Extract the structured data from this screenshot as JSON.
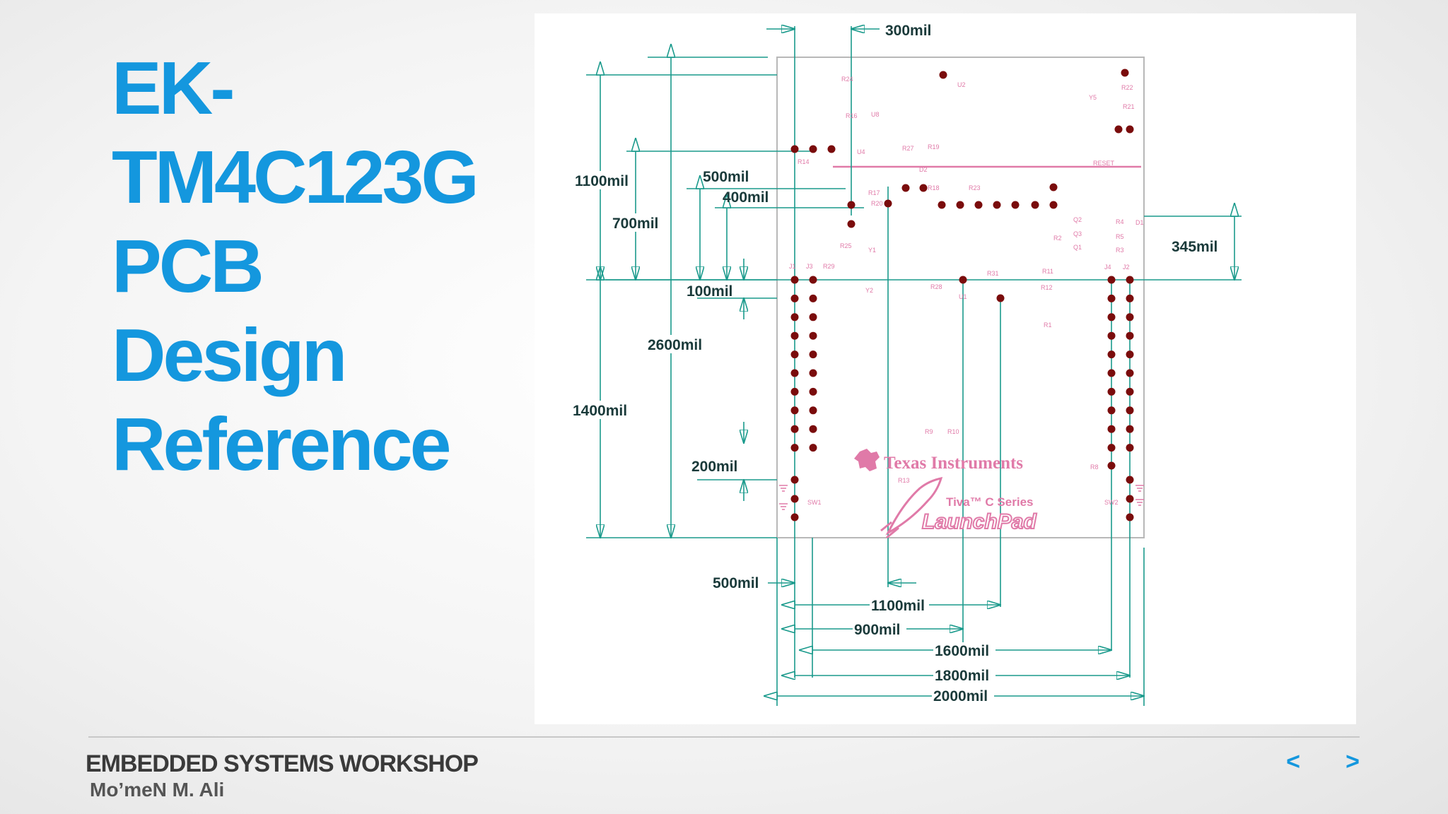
{
  "title_lines": [
    "EK-",
    "TM4C123G",
    "PCB",
    "Design",
    "Reference"
  ],
  "footer": {
    "workshop": "EMBEDDED SYSTEMS WORKSHOP",
    "author": "Mo’meN M. Ali"
  },
  "nav": {
    "prev": "<",
    "next": ">"
  },
  "colors": {
    "title": "#1497de",
    "dimension": "#1a9a8c",
    "pad": "#7a0c0c",
    "silkscreen": "#e07aa8",
    "outline": "#b8b8b8"
  },
  "dimensions": {
    "top_300": "300mil",
    "h_1100": "1100mil",
    "h_700": "700mil",
    "h_500": "500mil",
    "h_400": "400mil",
    "h_345": "345mil",
    "h_100": "100mil",
    "h_2600": "2600mil",
    "h_1400": "1400mil",
    "h_200": "200mil",
    "w_500": "500mil",
    "w_1100": "1100mil",
    "w_900": "900mil",
    "w_1600": "1600mil",
    "w_1800": "1800mil",
    "w_2000": "2000mil"
  },
  "silkscreen": {
    "brand": "Texas Instruments",
    "series": "Tiva™ C Series",
    "product": "LaunchPad",
    "ti_logo": "ti-logo-icon",
    "rocket": "rocket-icon",
    "labels": [
      "R24",
      "U2",
      "R22",
      "Y5",
      "R21",
      "R16",
      "U8",
      "U4",
      "R27",
      "R19",
      "R14",
      "RESET",
      "D2",
      "R17",
      "R18",
      "R23",
      "R20",
      "Q2",
      "R4",
      "D1",
      "Q3",
      "R2",
      "R5",
      "Q1",
      "R25",
      "Y1",
      "R3",
      "J1",
      "J3",
      "R29",
      "R31",
      "R11",
      "J4",
      "J2",
      "Y2",
      "R28",
      "U1",
      "R12",
      "R1",
      "R9",
      "R10",
      "R8",
      "R13",
      "SW1",
      "SW2"
    ]
  }
}
